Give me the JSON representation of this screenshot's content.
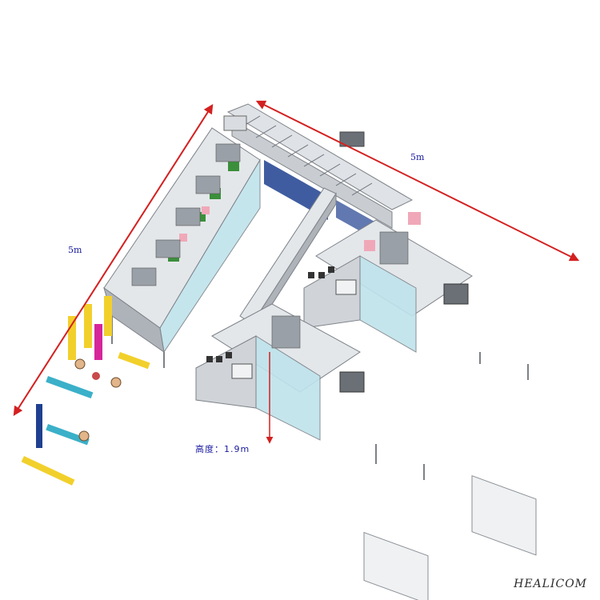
{
  "dimensions": {
    "left_length": "5m",
    "right_length": "5m",
    "height": "高度：1.9m"
  },
  "brand": "HEALICOM",
  "colors": {
    "arrow": "#d42020",
    "label": "#1a1aa0",
    "frame": "#8a8f96",
    "panel": "#c9cdd2",
    "glass": "#bfe3ec",
    "blue": "#1f3f8f",
    "yellow": "#f2d02b",
    "magenta": "#d6259a",
    "green": "#3b8f3b",
    "pink": "#f0a8b8"
  }
}
